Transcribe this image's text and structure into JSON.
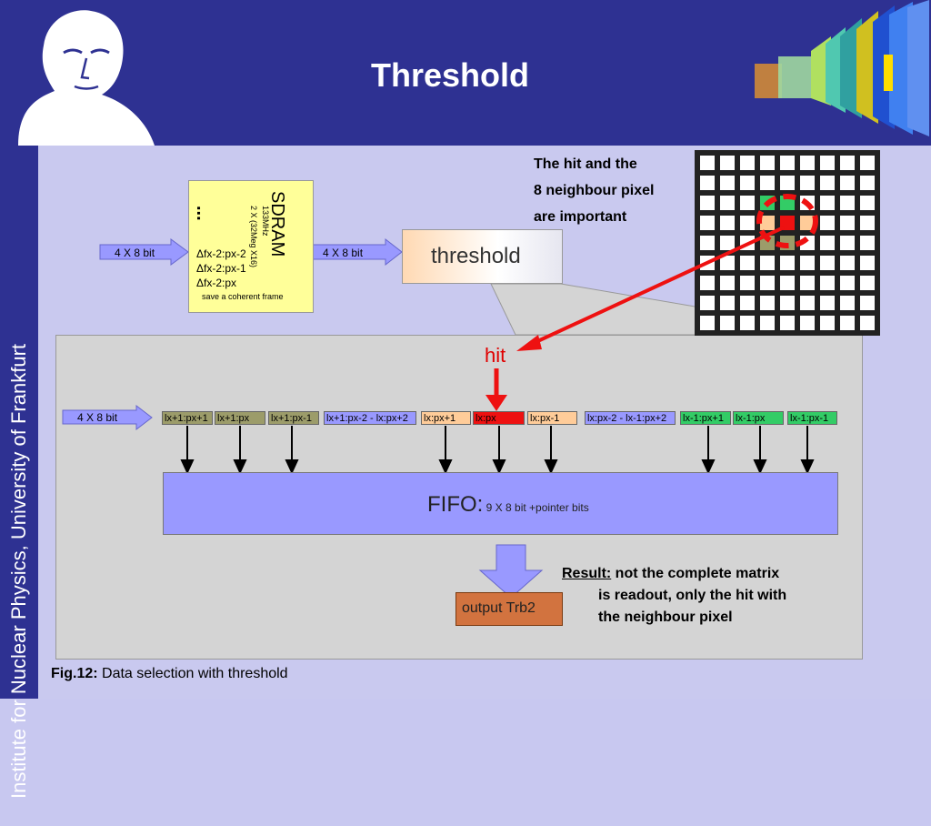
{
  "header": {
    "title": "Threshold"
  },
  "sidebar": {
    "text": "Institute for Nuclear Physics, University of Frankfurt"
  },
  "sdram": {
    "title": "SDRAM",
    "sub1": "133MHz",
    "sub2": "2 X (32Meg X16)",
    "dots": "...",
    "lines": [
      "Δfx-2:px-2",
      "Δfx-2:px-1",
      "Δfx-2:px"
    ],
    "note": "save a coherent frame"
  },
  "arrows": {
    "in1": "4 X 8 bit",
    "in2": "4 X 8 bit",
    "in3": "4 X 8 bit"
  },
  "threshold": {
    "label": "threshold"
  },
  "notice": {
    "line1": "The hit and the",
    "line2": "8 neighbour pixel",
    "line3": "are important"
  },
  "hit": {
    "label": "hit"
  },
  "registers": [
    {
      "label": "lx+1:px+1",
      "color": "#9c9c6a"
    },
    {
      "label": "lx+1:px",
      "color": "#9c9c6a"
    },
    {
      "label": "lx+1:px-1",
      "color": "#9c9c6a"
    },
    {
      "label": "lx+1:px-2 - lx:px+2",
      "color": "#9999ff"
    },
    {
      "label": "lx:px+1",
      "color": "#ffcc99"
    },
    {
      "label": "lx:px",
      "color": "#ee1111"
    },
    {
      "label": "lx:px-1",
      "color": "#ffcc99"
    },
    {
      "label": "lx:px-2 - lx-1:px+2",
      "color": "#9999ff"
    },
    {
      "label": "lx-1:px+1",
      "color": "#33cc66"
    },
    {
      "label": "lx-1:px",
      "color": "#33cc66"
    },
    {
      "label": "lx-1:px-1",
      "color": "#33cc66"
    }
  ],
  "fifo": {
    "label": "FIFO:",
    "sub": " 9 X 8 bit +pointer bits"
  },
  "output": {
    "label": "output Trb2"
  },
  "result": {
    "head": "Result:",
    "line1": " not the complete matrix",
    "line2": "is readout, only the hit with",
    "line3": "the neighbour pixel"
  },
  "caption": {
    "head": "Fig.12:",
    "text": " Data selection with threshold"
  },
  "colors": {
    "brand": "#2e3192",
    "hit": "#ee1111"
  }
}
